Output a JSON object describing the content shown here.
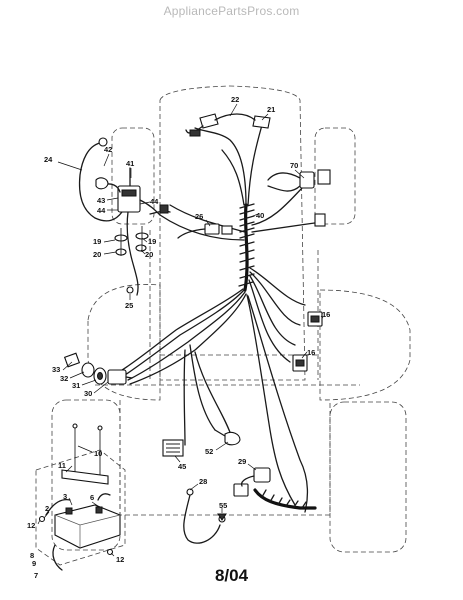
{
  "header": {
    "watermark": "AppliancePartsPros.com"
  },
  "footer": {
    "page_date": "8/04"
  },
  "callouts": [
    {
      "id": "22",
      "text": "22"
    },
    {
      "id": "21",
      "text": "21"
    },
    {
      "id": "42",
      "text": "42"
    },
    {
      "id": "41",
      "text": "41"
    },
    {
      "id": "24",
      "text": "24"
    },
    {
      "id": "70",
      "text": "70"
    },
    {
      "id": "43",
      "text": "43"
    },
    {
      "id": "44a",
      "text": "44"
    },
    {
      "id": "44b",
      "text": "44"
    },
    {
      "id": "26",
      "text": "26"
    },
    {
      "id": "40",
      "text": "40"
    },
    {
      "id": "19a",
      "text": "19"
    },
    {
      "id": "19b",
      "text": "19"
    },
    {
      "id": "20a",
      "text": "20"
    },
    {
      "id": "20b",
      "text": "20"
    },
    {
      "id": "25",
      "text": "25"
    },
    {
      "id": "16a",
      "text": "16"
    },
    {
      "id": "16b",
      "text": "16"
    },
    {
      "id": "33",
      "text": "33"
    },
    {
      "id": "32",
      "text": "32"
    },
    {
      "id": "31",
      "text": "31"
    },
    {
      "id": "30",
      "text": "30"
    },
    {
      "id": "45",
      "text": "45"
    },
    {
      "id": "52",
      "text": "52"
    },
    {
      "id": "29",
      "text": "29"
    },
    {
      "id": "10",
      "text": "10"
    },
    {
      "id": "11",
      "text": "11"
    },
    {
      "id": "28",
      "text": "28"
    },
    {
      "id": "3",
      "text": "3"
    },
    {
      "id": "2",
      "text": "2"
    },
    {
      "id": "6",
      "text": "6"
    },
    {
      "id": "55",
      "text": "55"
    },
    {
      "id": "12a",
      "text": "12"
    },
    {
      "id": "12b",
      "text": "12"
    },
    {
      "id": "8",
      "text": "8"
    },
    {
      "id": "9",
      "text": "9"
    },
    {
      "id": "7",
      "text": "7"
    }
  ]
}
